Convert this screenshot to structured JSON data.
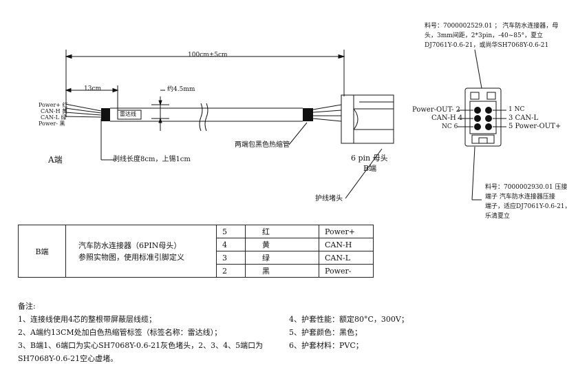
{
  "drawing": {
    "total_length": "100cm±5cm",
    "strip_length": "13cm",
    "diameter": "约4.5mm",
    "a_labels": [
      "Power+ 红",
      "CAN-H 黄",
      "CAN-L 绿",
      "Power- 黑"
    ],
    "sleeve_label": "雷达线",
    "a_end": "A端",
    "strip_note": "剥线长度8cm，上锡1cm",
    "heat_shrink_note": "两端包黑色热缩管",
    "connector_label": "6 pin 母头",
    "b_end": "B端",
    "strain_relief": "护线堵头",
    "connector_note_1": "料号：7000002529.01 ； 汽车防水连接器，母",
    "connector_note_2": "头，3mm间距，2*3pin，-40~85°，夏立",
    "connector_note_3": "DJ7061Y-0.6-21，或尚华SH7068Y-0.6-21",
    "terminal_note_1": "料号：7000002930.01 压接",
    "terminal_note_2": "端子 汽车防水连接器压接",
    "terminal_note_3": "端子，适应DJ7061Y-0.6-21，",
    "terminal_note_4": "乐清夏立",
    "pin_left": [
      "Power-OUT- 2",
      "CAN-H 4",
      "NC 6"
    ],
    "pin_right": [
      "1 NC",
      "3 CAN-L",
      "5 Power-OUT+"
    ]
  },
  "table": {
    "end": "B端",
    "desc_line1": "汽车防水连接器（6PIN母头）",
    "desc_line2": "参照实物图，使用标准引脚定义",
    "rows": [
      {
        "pin": "5",
        "color": "红",
        "signal": "Power+"
      },
      {
        "pin": "4",
        "color": "黄",
        "signal": "CAN-H"
      },
      {
        "pin": "3",
        "color": "绿",
        "signal": "CAN-L"
      },
      {
        "pin": "2",
        "color": "黑",
        "signal": "Power-"
      }
    ]
  },
  "notes": {
    "title": "备注:",
    "left": [
      "1、连接线使用4芯的整根带屏蔽层线缆；",
      "2、A端约13CM处加白色热缩管标签（标签名称：雷达线）；",
      "3、B端1、6端口为实心SH7068Y-0.6-21灰色堵头，2、3、4、5端口为",
      "SH7068Y-0.6-21空心虚堵。"
    ],
    "right": [
      "4、护套性能：额定80°C，300V；",
      "5、护套颜色：黑色；",
      "6、护套材料：PVC；"
    ]
  }
}
